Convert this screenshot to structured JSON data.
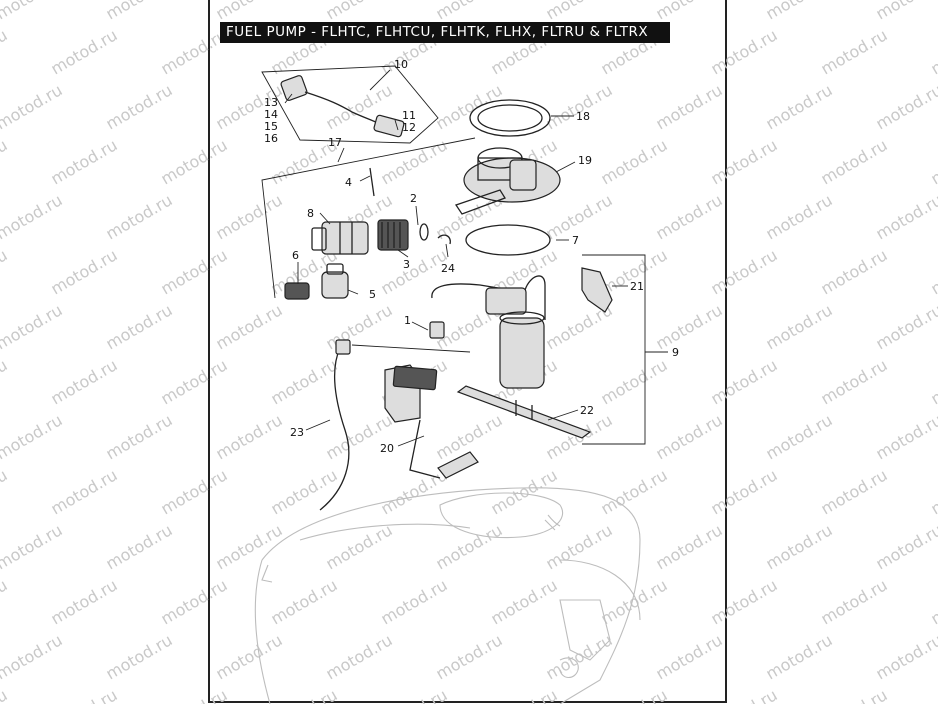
{
  "title": "FUEL PUMP - FLHTC, FLHTCU, FLHTK, FLHX, FLTRU & FLTRX",
  "watermark": "motod.ru",
  "callouts": {
    "c1": "1",
    "c2": "2",
    "c3": "3",
    "c4": "4",
    "c5": "5",
    "c6": "6",
    "c7": "7",
    "c8": "8",
    "c9": "9",
    "c10": "10",
    "c11": "11",
    "c12": "12",
    "c13": "13",
    "c14": "14",
    "c15": "15",
    "c16": "16",
    "c17": "17",
    "c18": "18",
    "c19": "19",
    "c20": "20",
    "c21": "21",
    "c22": "22",
    "c23": "23",
    "c24": "24"
  }
}
